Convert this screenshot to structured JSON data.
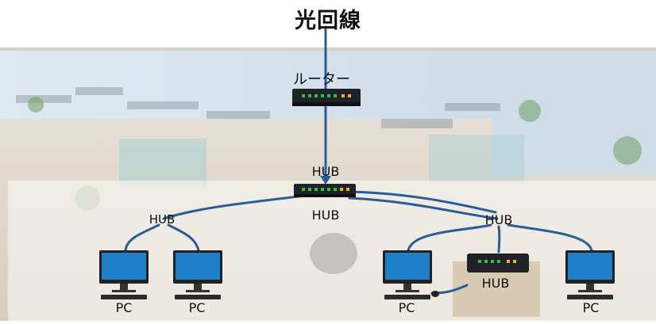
{
  "diagram": {
    "title": "光回線",
    "router_label": "ルーター",
    "hub_labels": [
      "HUB",
      "HUB",
      "HUB",
      "HUB",
      "HUB"
    ],
    "pc_labels": [
      "PC",
      "PC",
      "PC",
      "PC"
    ],
    "colors": {
      "cable": "#2a5d96",
      "device_body": "#1f2328",
      "port_led": "#2fbf4a",
      "monitor_screen": "#1f7fc9",
      "monitor_frame": "#222222",
      "backdrop_overlay": "#f4f2ee"
    }
  }
}
